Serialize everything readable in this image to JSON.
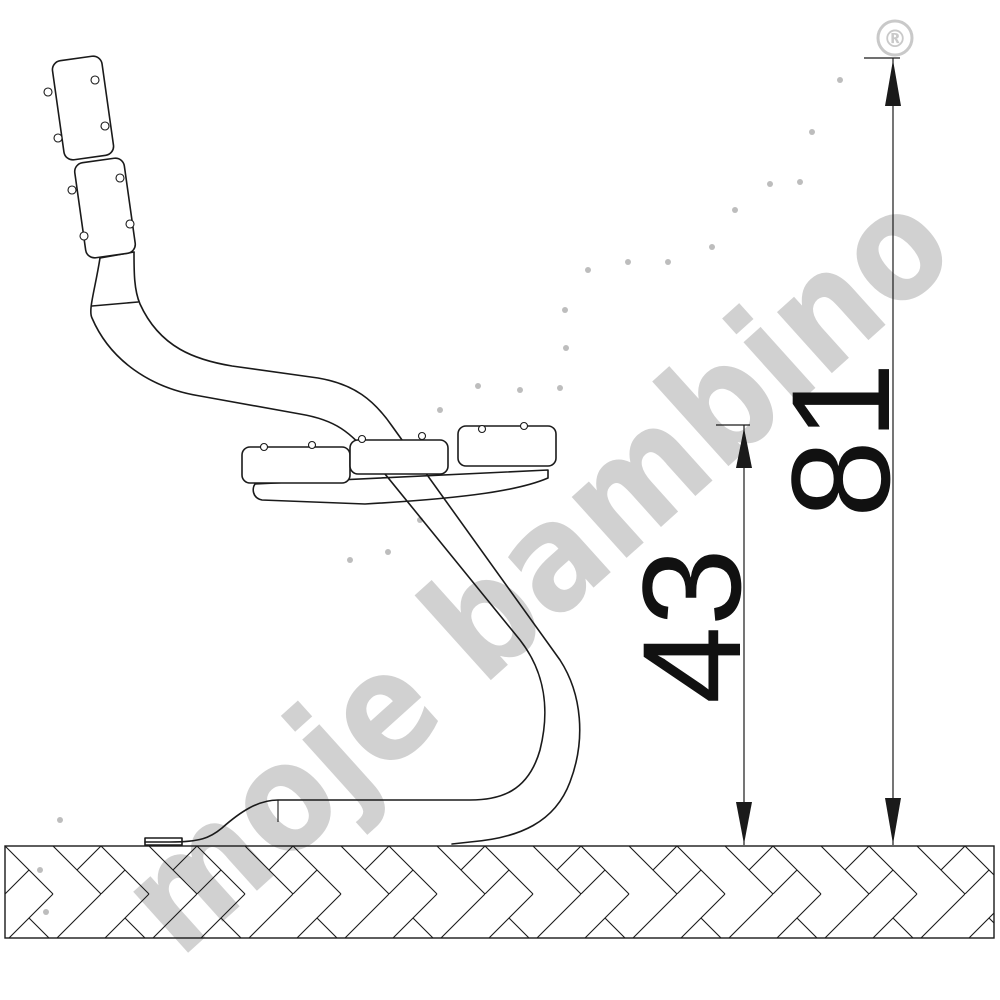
{
  "dimensions": {
    "seat_height": "43",
    "total_height": "81"
  },
  "watermark": {
    "brand": "moje bambino",
    "registered": "®"
  },
  "colors": {
    "ink": "#1a1a1a",
    "watermark": "#c9c9c9"
  }
}
